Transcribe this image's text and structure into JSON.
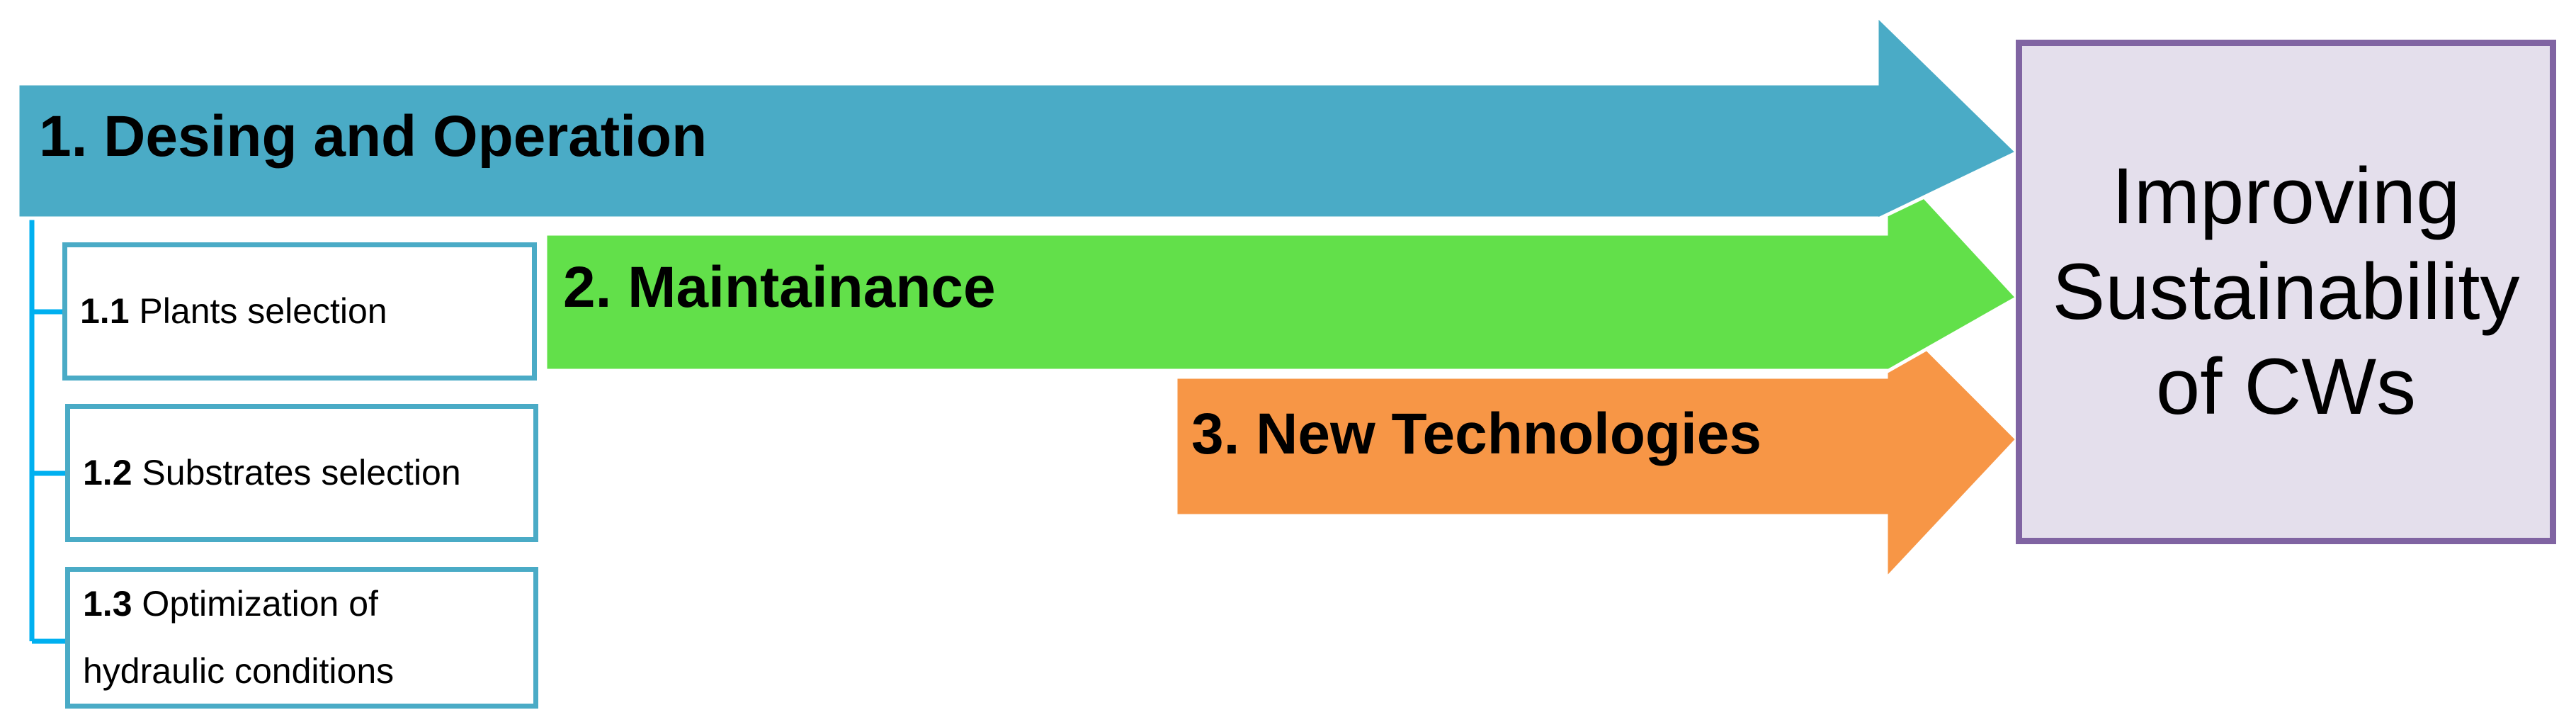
{
  "arrows": [
    {
      "label": "1. Desing and Operation",
      "color": "#4aabc6"
    },
    {
      "label": "2. Maintainance",
      "color": "#62e04a"
    },
    {
      "label": "3. New Technologies",
      "color": "#f79646"
    }
  ],
  "sub_items": [
    {
      "number": "1.1",
      "text": "Plants selection"
    },
    {
      "number": "1.2",
      "text": "Substrates selection"
    },
    {
      "number": "1.3",
      "text": "Optimization of hydraulic conditions"
    }
  ],
  "goal": {
    "lines": [
      "Improving",
      "Sustainability",
      "of CWs"
    ],
    "fill_color": "#e4dfec",
    "border_color": "#8064a2"
  },
  "connector_color": "#00b0f0",
  "sub_box_border_color": "#4aabc6"
}
